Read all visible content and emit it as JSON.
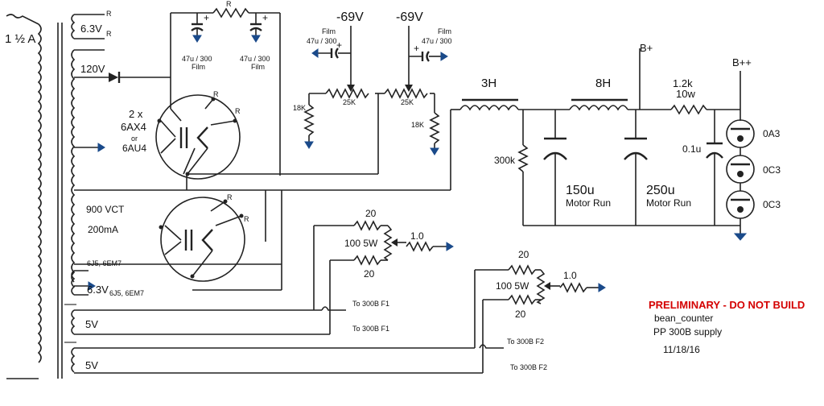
{
  "fuse": "1 ½ A",
  "secondary": {
    "v63_top": "6.3V",
    "v120": "120V",
    "hv": "900 VCT",
    "hv_current": "200mA",
    "heater_note": "6J5, 6EM7",
    "v63_bottom": "6.3V",
    "v5_a": "5V",
    "v5_b": "5V"
  },
  "rectifier": {
    "qty": "2 x",
    "tube": "6AX4",
    "or": "or",
    "alt": "6AU4",
    "pin_r": "R"
  },
  "top_caps": {
    "r_label": "R",
    "c1": "47u / 300",
    "c1_type": "Film",
    "c2": "47u / 300",
    "c2_type": "Film"
  },
  "bias": {
    "v1": "-69V",
    "v2": "-69V",
    "film1": "Film",
    "cap1": "47u / 300",
    "film2": "Film",
    "cap2": "47u / 300",
    "pot1": "25K",
    "pot2": "25K",
    "r1": "18K",
    "r2": "18K"
  },
  "filter": {
    "choke1": "3H",
    "choke2": "8H",
    "bleeder": "300k",
    "c1": "150u",
    "c1_type": "Motor Run",
    "c2": "250u",
    "c2_type": "Motor Run",
    "bplus": "B+",
    "r_drop": "1.2k",
    "r_drop_w": "10w",
    "c3": "0.1u",
    "bplusplus": "B++",
    "vr1": "0A3",
    "vr2": "0C3",
    "vr3": "0C3"
  },
  "hum1": {
    "r_top": "20",
    "pot": "100 5W",
    "r_bot": "20",
    "r_out": "1.0"
  },
  "hum2": {
    "r_top": "20",
    "pot": "100 5W",
    "r_bot": "20",
    "r_out": "1.0"
  },
  "filament_labels": {
    "f1a": "To 300B F1",
    "f1b": "To 300B F1",
    "f2a": "To 300B F2",
    "f2b": "To 300B F2"
  },
  "notes": {
    "warning": "PRELIMINARY - DO NOT BUILD",
    "author": "bean_counter",
    "title": "PP 300B supply",
    "date": "11/18/16"
  }
}
